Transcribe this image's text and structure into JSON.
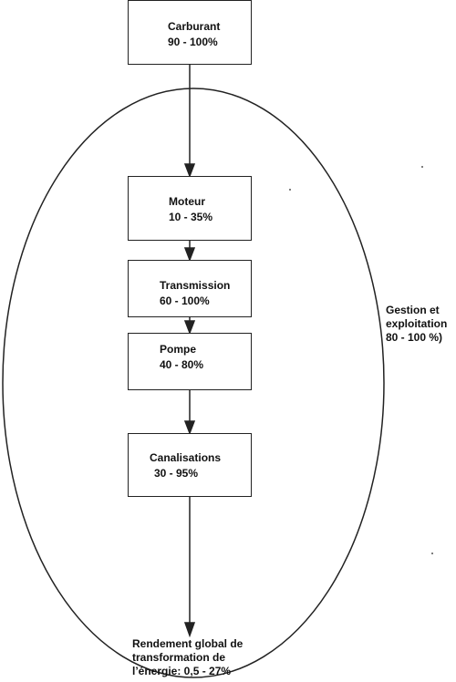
{
  "boxes": {
    "carburant": {
      "label": "Carburant",
      "value": "90 - 100%"
    },
    "moteur": {
      "label": "Moteur",
      "value": "10 - 35%"
    },
    "transmission": {
      "label": "Transmission",
      "value": "60 - 100%"
    },
    "pompe": {
      "label": "Pompe",
      "value": "40 - 80%"
    },
    "canalisations": {
      "label": "Canalisations",
      "value": "30 - 95%"
    }
  },
  "gestion": {
    "line1": "Gestion et",
    "line2": "exploitation",
    "line3": "80 - 100 %)"
  },
  "result": {
    "line1": "Rendement global de",
    "line2": "transformation de",
    "line3": "l’énergie: 0,5 - 27%"
  }
}
